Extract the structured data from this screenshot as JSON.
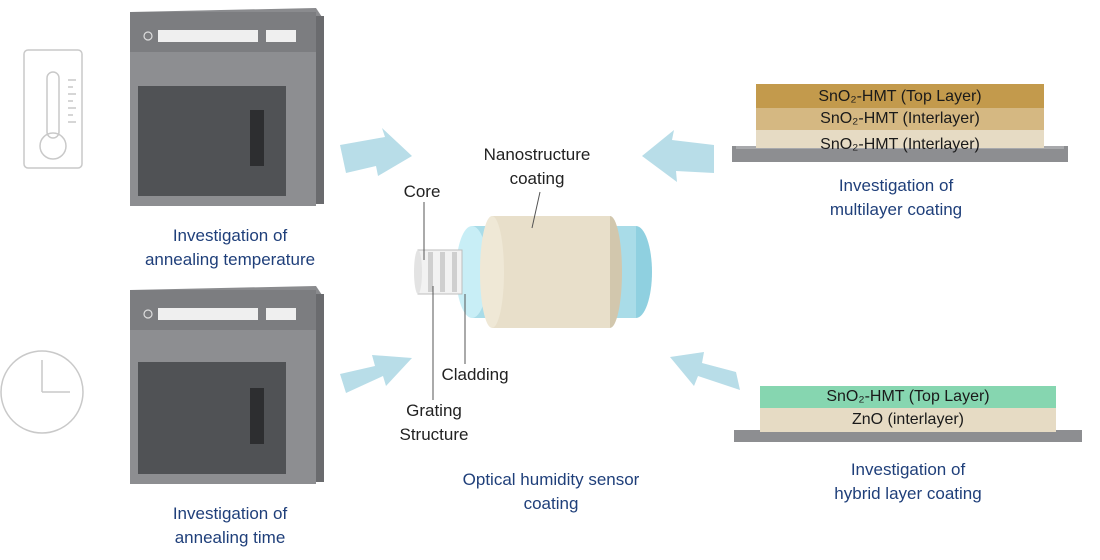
{
  "captions": {
    "annealing_temperature": [
      "Investigation of",
      "annealing temperature"
    ],
    "annealing_time": [
      "Investigation of",
      "annealing time"
    ],
    "multilayer": [
      "Investigation of",
      "multilayer coating"
    ],
    "hybrid": [
      "Investigation of",
      "hybrid layer coating"
    ],
    "sensor": [
      "Optical humidity sensor",
      "coating"
    ]
  },
  "labels": {
    "core": "Core",
    "nanostructure": [
      "Nanostructure",
      "coating"
    ],
    "cladding": "Cladding",
    "grating": [
      "Grating",
      "Structure"
    ]
  },
  "multilayer_layers": [
    "SnO₂-HMT (Top Layer)",
    "SnO₂-HMT (Interlayer)",
    "SnO₂-HMT (Interlayer)"
  ],
  "hybrid_layers": [
    "SnO₂-HMT (Top Layer)",
    "ZnO (interlayer)"
  ],
  "icons": [
    "thermometer-icon",
    "clock-icon",
    "furnace-icon",
    "fiber-sensor-icon",
    "arrow-icon"
  ]
}
